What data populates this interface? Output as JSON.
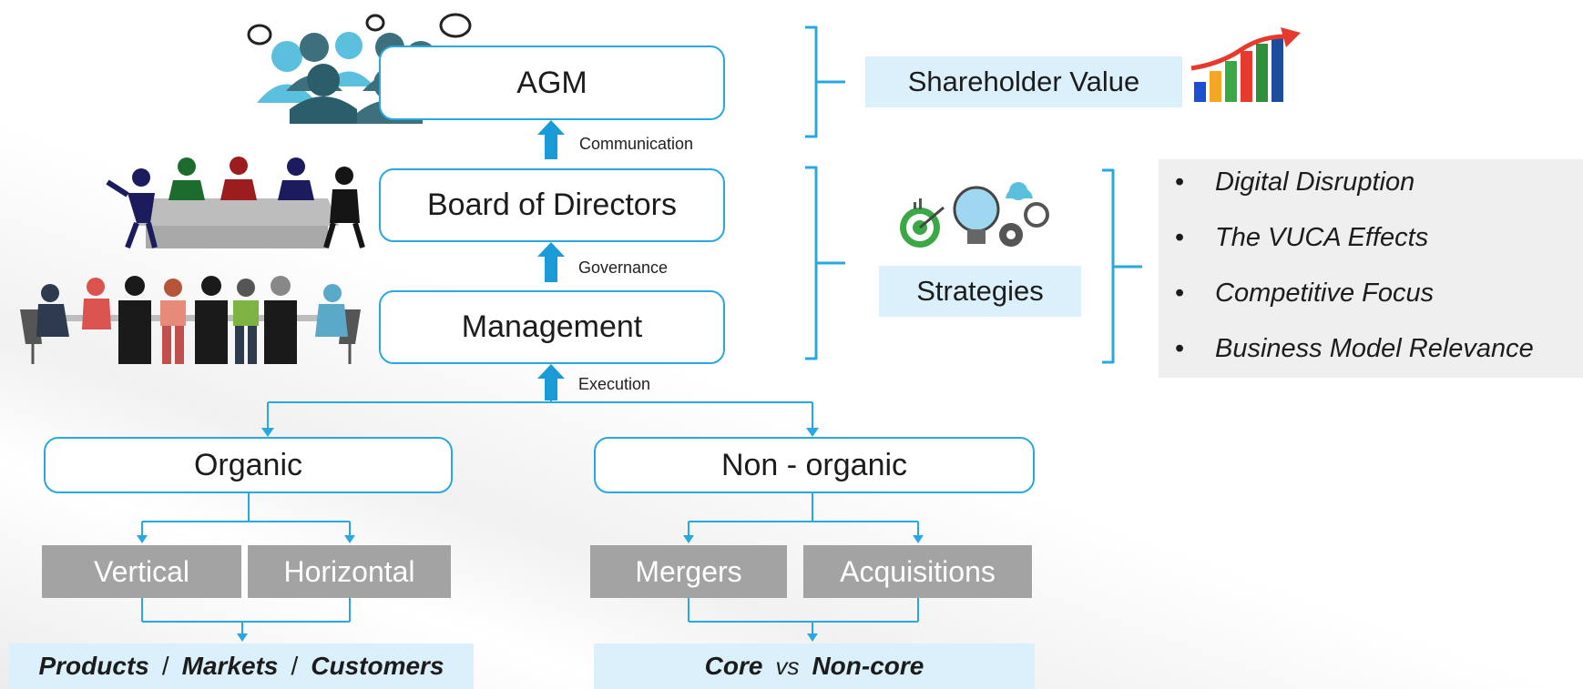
{
  "boxes": {
    "agm": "AGM",
    "board": "Board of Directors",
    "management": "Management",
    "organic": "Organic",
    "non_organic": "Non - organic"
  },
  "arrows": {
    "communication": "Communication",
    "governance": "Governance",
    "execution": "Execution"
  },
  "organic_types": [
    "Vertical",
    "Horizontal"
  ],
  "non_organic_types": [
    "Mergers",
    "Acquisitions"
  ],
  "organic_outcome": [
    "Products",
    "Markets",
    "Customers"
  ],
  "non_organic_outcome": {
    "left": "Core",
    "vs": "vs",
    "right": "Non-core"
  },
  "shareholder_value": "Shareholder Value",
  "strategies": "Strategies",
  "strategy_items": [
    "Digital Disruption",
    "The VUCA Effects",
    "Competitive Focus",
    "Business Model Relevance"
  ],
  "bullet_char": "•",
  "slash": "/",
  "colors": {
    "box_border": "#29a8e0",
    "arrow": "#1a9ad6",
    "gray_box": "#a3a3a3",
    "light_blue": "#dbf0fb",
    "bar_colors": [
      "#1b4fcf",
      "#f5a623",
      "#3aa845",
      "#e63a2e",
      "#2f8f3a",
      "#1e4c9c"
    ]
  }
}
